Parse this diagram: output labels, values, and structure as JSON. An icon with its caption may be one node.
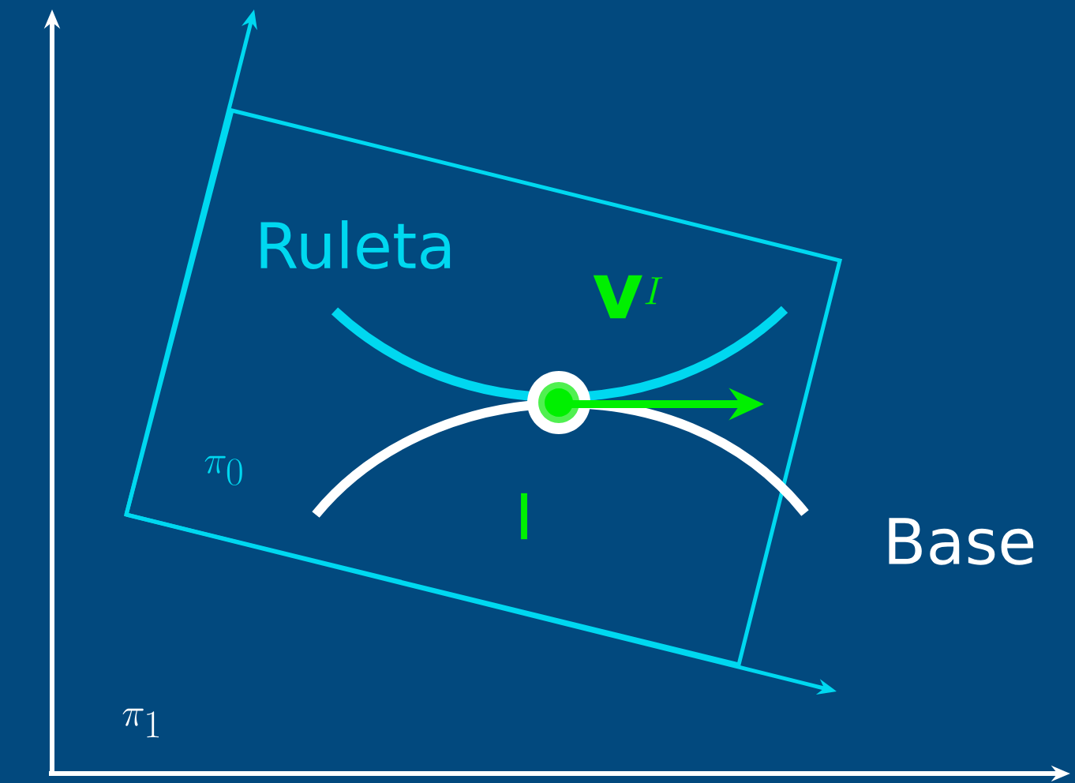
{
  "diagram": {
    "labels": [
      "Ruleta",
      "\\mathbf{v}^I",
      "\\pi_0",
      "I",
      "Base",
      "\\pi_1"
    ]
  }
}
